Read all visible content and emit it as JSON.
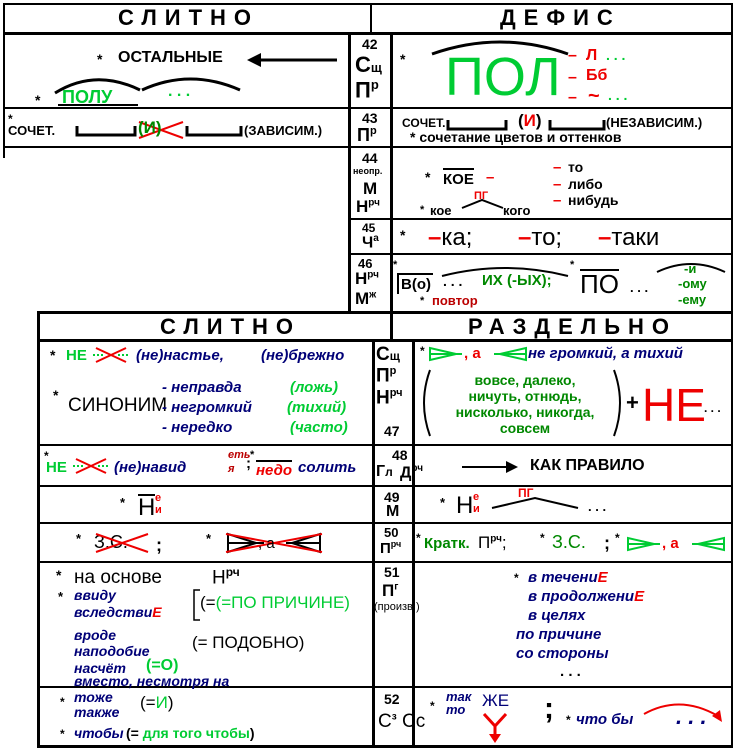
{
  "colors": {
    "green": "#00cc33",
    "darkgreen": "#008800",
    "red": "#ee0000",
    "navy": "#000077"
  },
  "top": {
    "h_left": "СЛИТНО",
    "h_right": "ДЕФИС",
    "r42": {
      "num": "42",
      "c1": "С",
      "c1s": "щ",
      "c2": "П",
      "c2s": "р",
      "star_l": "*",
      "ost": "ОСТАЛЬНЫЕ",
      "star_l2": "*",
      "polu": "ПОЛУ",
      "dots": ". . .",
      "star_r": "*",
      "pol": "ПОЛ",
      "d1": "–",
      "l": "Л",
      "d2": "–",
      "bb": "Бб",
      "d3": "–",
      "tilde": "~",
      "dots1": ". . .",
      "dots2": ". . ."
    },
    "r43": {
      "num": "43",
      "c": "П",
      "cs": "р",
      "l_text": "СОЧЕТ.",
      "l_i": "И",
      "l_end": "(ЗАВИСИМ.)",
      "r_text": "СОЧЕТ.",
      "r_i": "И",
      "r_end": "(НЕЗАВИСИМ.)",
      "r_note": "* сочетание цветов и оттенков"
    },
    "r44": {
      "num": "44",
      "neopr": "неопр.",
      "m": "М",
      "n": "Н",
      "ns": "рч",
      "koe": "КОЕ",
      "dash": "–",
      "to": "то",
      "libo": "либо",
      "nibud": "нибудь",
      "koe2": "кое",
      "pg": "ПГ",
      "kogo": "кого"
    },
    "r45": {
      "num": "45",
      "c": "Ч",
      "cs": "а",
      "ka": "ка;",
      "to": "то;",
      "taki": "таки",
      "dash": "–"
    },
    "r46": {
      "num": "46",
      "n": "Н",
      "ns": "рч",
      "m": "М",
      "ms": "ж",
      "vo": "В(о)",
      "dots": ". . .",
      "ikh": "ИХ (-ЫХ);",
      "povtor": "повтор",
      "po": "ПО",
      "pdots": ". . .",
      "i": "-и",
      "omu": "-ому",
      "emu": "-ему"
    }
  },
  "bottom": {
    "h_left": "СЛИТНО",
    "h_right": "РАЗДЕЛЬНО",
    "r47": {
      "num": "47",
      "c1": "С",
      "c1s": "щ",
      "c2": "П",
      "c2s": "р",
      "c3": "Н",
      "c3s": "рч",
      "ne": "НЕ",
      "nastye": "(не)настье,",
      "brezhno": "(не)брежно",
      "sinonim": "СИНОНИМ",
      "w1": "- неправда",
      "w2": "- негромкий",
      "w3": "- нередко",
      "s1": "(ложь)",
      "s2": "(тихий)",
      "s3": "(часто)",
      "a": ", а",
      "phrase": "не громкий, а тихий",
      "list": [
        "вовсе, далеко,",
        "ничуть, отнюдь,",
        "нисколько, никогда,",
        "совсем"
      ],
      "plus": "+",
      "bigne": "НЕ",
      "dots": ". . ."
    },
    "r48": {
      "num": "48",
      "c1": "Г",
      "c1s": "л",
      "c2": "Д",
      "c2s": "рч",
      "ne": "НЕ",
      "navid": "(не)навид",
      "et": "еть",
      "ya": "я",
      "sep": ";",
      "nedo": "недо",
      "solit": "солить",
      "arrow": "⟶",
      "kak": "КАК ПРАВИЛО"
    },
    "r49": {
      "num": "49",
      "m": "М",
      "n": "Н",
      "e": "е",
      "ii": "и",
      "pg": "ПГ",
      "dots": ". . ."
    },
    "r50": {
      "num": "50",
      "c": "П",
      "cs": "рч",
      "zs": "З.С.",
      "sc": ";",
      "a": ", а",
      "kratk": "Кратк.",
      "p": "П",
      "ps": "рч",
      "zs2": "З.С."
    },
    "r51": {
      "num": "51",
      "p": "П",
      "ps": "г",
      "proizv": "(произв.)",
      "basis": "на основе",
      "n": "Н",
      "ns": "рч",
      "vvidu": "ввиду",
      "vsledstvie": "вследстви",
      "e": "Е",
      "eq1": "(=ПО ПРИЧИНЕ)",
      "vrode": "вроде",
      "napodobie": "наподобие",
      "eq2": "(= ПОДОБНО)",
      "naschet": "насчёт",
      "eq3": "(=О)",
      "vmesto": "вместо, несмотря на",
      "techenie": "в течени",
      "prodolzh": "в продолжени",
      "tselyakh": "в целях",
      "prichine": "по причине",
      "storony": "со стороны",
      "rdots": ". . ."
    },
    "r52": {
      "num": "52",
      "c1": "С",
      "c1s": "з",
      "c2": "Сс",
      "tozhe": "тоже",
      "takzhe": "также",
      "eq": "(=И)",
      "chtoby": "чтобы",
      "eq2": "(= для того чтобы)",
      "tak": "так",
      "to": "то",
      "zhe": "ЖЕ",
      "sc": ";",
      "chto": "что бы",
      "dots": ". . ."
    }
  }
}
